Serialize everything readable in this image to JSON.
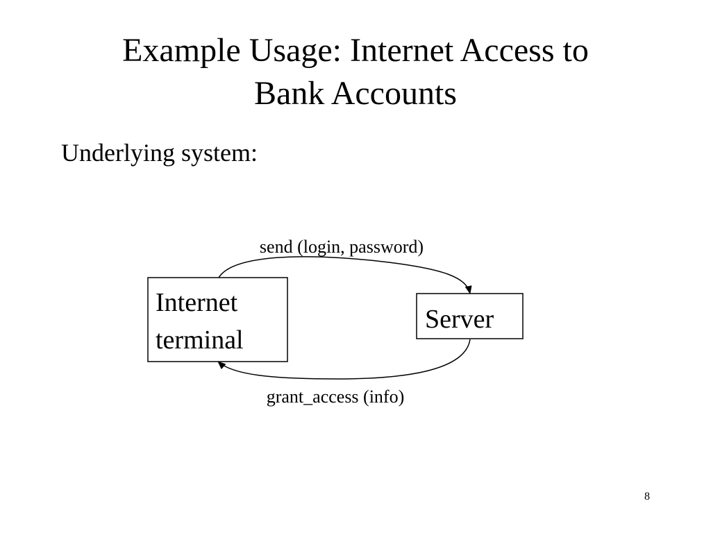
{
  "slide": {
    "title_lines": [
      "Example Usage: Internet Access to",
      "Bank Accounts"
    ],
    "subtitle": "Underlying system:",
    "page_number": "8"
  },
  "diagram": {
    "nodes": {
      "terminal": {
        "label_lines": [
          "Internet",
          "terminal"
        ]
      },
      "server": {
        "label": "Server"
      }
    },
    "edges": {
      "request": {
        "label": "send (login, password)"
      },
      "response": {
        "label": "grant_access (info)"
      }
    },
    "colors": {
      "stroke": "#000000",
      "text": "#000000",
      "background": "#ffffff"
    }
  }
}
